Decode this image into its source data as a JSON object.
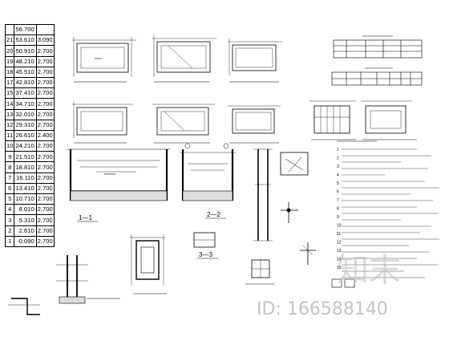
{
  "levels": {
    "top_elevation": "56.700",
    "rows": [
      {
        "floor": "21",
        "elev": "53.610",
        "height": "3.090"
      },
      {
        "floor": "20",
        "elev": "50.910",
        "height": "2.700"
      },
      {
        "floor": "19",
        "elev": "48.210",
        "height": "2.700"
      },
      {
        "floor": "18",
        "elev": "45.510",
        "height": "2.700"
      },
      {
        "floor": "17",
        "elev": "42.810",
        "height": "2.700"
      },
      {
        "floor": "15",
        "elev": "37.410",
        "height": "2.700"
      },
      {
        "floor": "14",
        "elev": "34.710",
        "height": "2.700"
      },
      {
        "floor": "13",
        "elev": "32.010",
        "height": "2.700"
      },
      {
        "floor": "12",
        "elev": "29.310",
        "height": "2.700"
      },
      {
        "floor": "11",
        "elev": "26.610",
        "height": "2.400"
      },
      {
        "floor": "10",
        "elev": "24.210",
        "height": "2.700"
      },
      {
        "floor": "9",
        "elev": "21.510",
        "height": "2.700"
      },
      {
        "floor": "8",
        "elev": "18.810",
        "height": "2.700"
      },
      {
        "floor": "7",
        "elev": "16.110",
        "height": "2.700"
      },
      {
        "floor": "6",
        "elev": "13.410",
        "height": "2.700"
      },
      {
        "floor": "5",
        "elev": "10.710",
        "height": "2.700"
      },
      {
        "floor": "4",
        "elev": "8.010",
        "height": "2.700"
      },
      {
        "floor": "3",
        "elev": "5.310",
        "height": "2.700"
      },
      {
        "floor": "2",
        "elev": "2.610",
        "height": "2.700"
      },
      {
        "floor": "1",
        "elev": "-0.090",
        "height": "2.700"
      }
    ]
  },
  "section_labels": {
    "s1": "1—1",
    "s2": "2—2",
    "s3": "3—3"
  },
  "spec_numbers": [
    "1",
    "2",
    "3",
    "4",
    "5",
    "6",
    "7",
    "8",
    "9",
    "10",
    "11",
    "12",
    "13",
    "14",
    "15"
  ],
  "watermark": {
    "logo_text": "知末",
    "id_text": "ID: 166588140"
  }
}
